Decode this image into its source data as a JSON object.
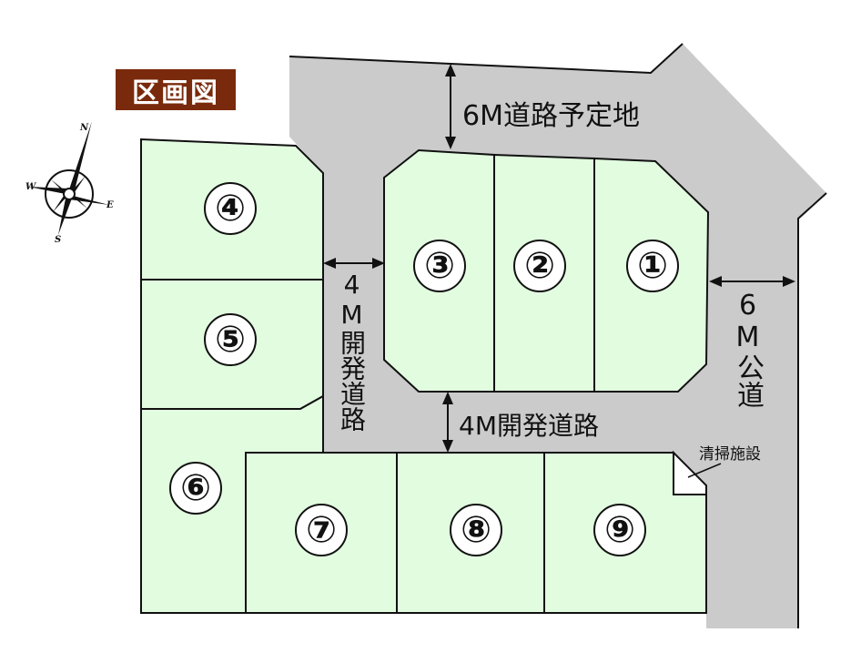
{
  "title": "区画図",
  "colors": {
    "lot_fill": "#e2fce0",
    "road_fill": "#cbcbcb",
    "title_bg": "#7a2a0c",
    "line": "#111111",
    "facility_fill": "#ffffff"
  },
  "compass": {
    "north": "N",
    "south": "S",
    "east": "E",
    "west": "W"
  },
  "lots": [
    {
      "id": "1",
      "label": "①"
    },
    {
      "id": "2",
      "label": "②"
    },
    {
      "id": "3",
      "label": "③"
    },
    {
      "id": "4",
      "label": "④"
    },
    {
      "id": "5",
      "label": "⑤"
    },
    {
      "id": "6",
      "label": "⑥"
    },
    {
      "id": "7",
      "label": "⑦"
    },
    {
      "id": "8",
      "label": "⑧"
    },
    {
      "id": "9",
      "label": "⑨"
    }
  ],
  "roads": {
    "north_planned": "6M道路予定地",
    "west_dev": "4M開発道路",
    "south_dev": "4M開発道路",
    "east_public": "6M公道"
  },
  "facility": {
    "label": "清掃施設"
  }
}
